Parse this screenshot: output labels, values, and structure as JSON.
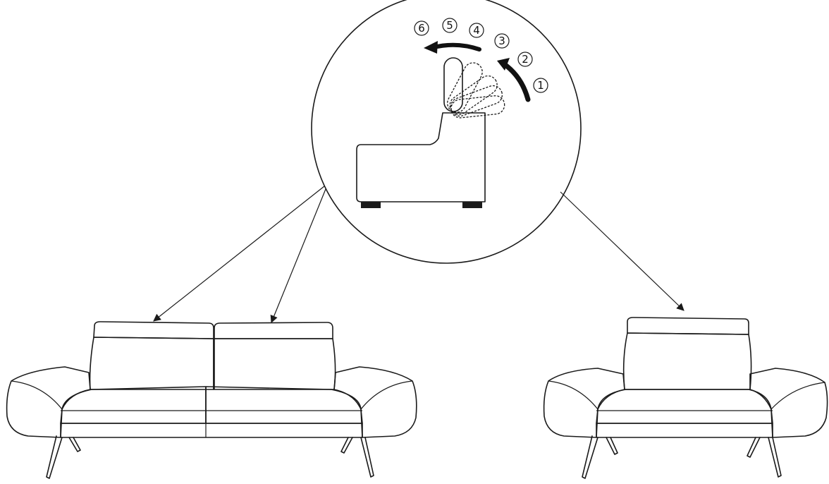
{
  "diagram": {
    "positions": [
      {
        "label": "1",
        "symbol": "①"
      },
      {
        "label": "2",
        "symbol": "②"
      },
      {
        "label": "3",
        "symbol": "③"
      },
      {
        "label": "4",
        "symbol": "④"
      },
      {
        "label": "5",
        "symbol": "⑤"
      },
      {
        "label": "6",
        "symbol": "⑥"
      }
    ],
    "colors": {
      "line": "#1a1a1a",
      "background": "#ffffff"
    }
  }
}
